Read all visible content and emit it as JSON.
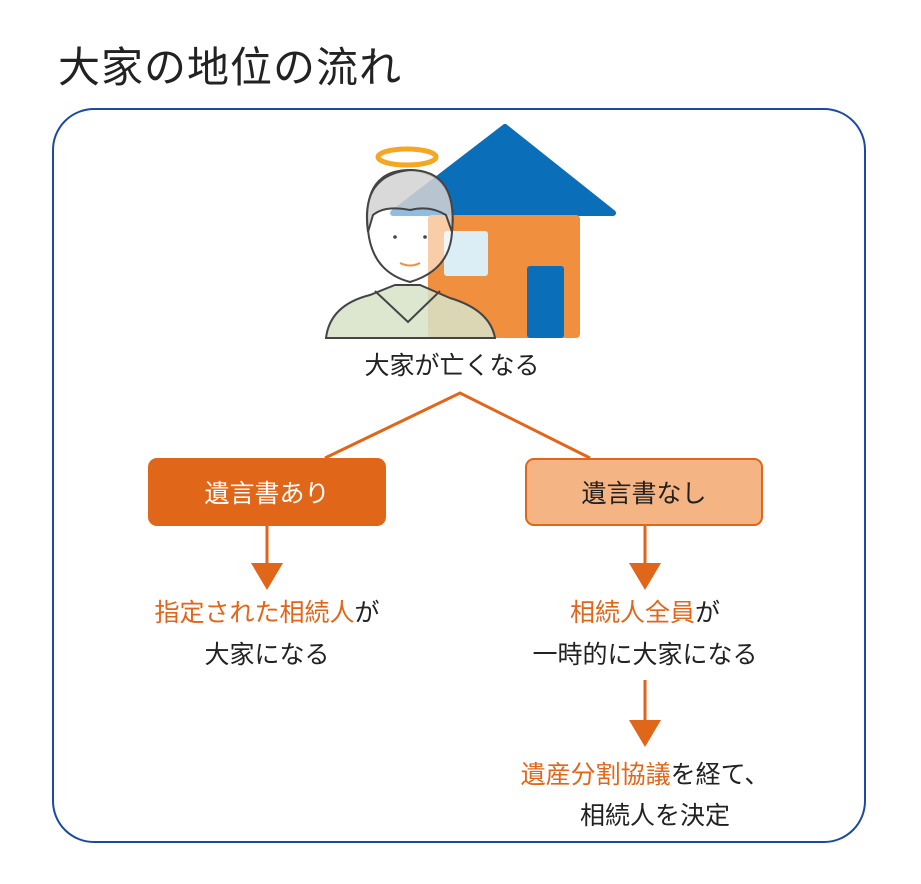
{
  "title": "大家の地位の流れ",
  "event": "大家が亡くなる",
  "branches": {
    "with_will": {
      "label": "遺言書あり",
      "result_highlight": "指定された相続人",
      "result_rest": "が",
      "result_line2": "大家になる"
    },
    "without_will": {
      "label": "遺言書なし",
      "result_highlight": "相続人全員",
      "result_rest": "が",
      "result_line2": "一時的に大家になる",
      "next_highlight": "遺産分割協議",
      "next_rest": "を経て、",
      "next_line2": "相続人を決定"
    }
  },
  "colors": {
    "accent": "#e0661a",
    "accent_light": "#f5b483",
    "frame": "#1d4aa0",
    "roof": "#0a6eb9",
    "house": "#f0903f"
  }
}
